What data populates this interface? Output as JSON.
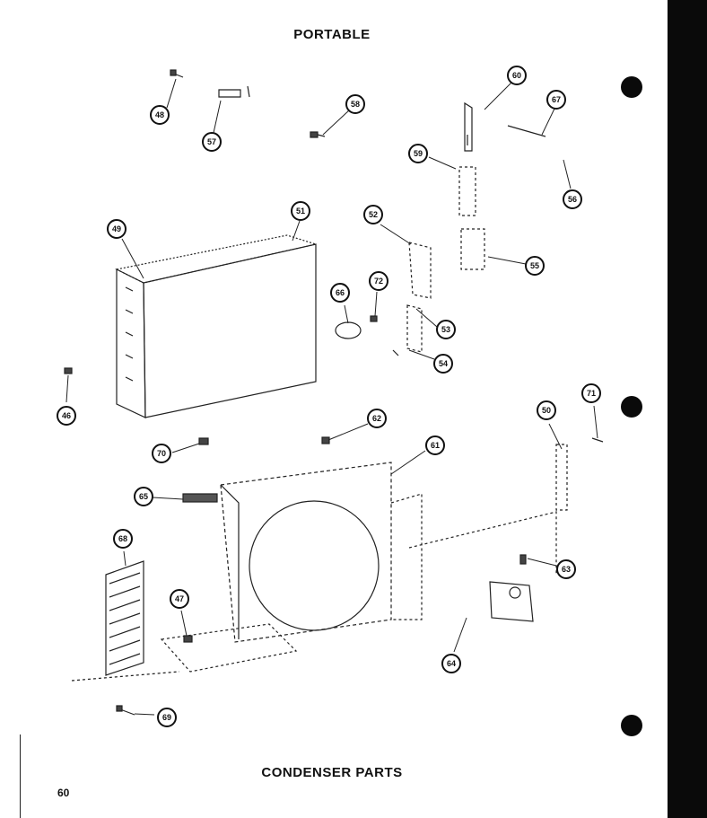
{
  "header": {
    "title": "PORTABLE"
  },
  "footer": {
    "title": "CONDENSER PARTS",
    "page_number": "60"
  },
  "callouts": [
    "48",
    "57",
    "58",
    "60",
    "67",
    "59",
    "56",
    "49",
    "51",
    "52",
    "55",
    "66",
    "72",
    "53",
    "54",
    "46",
    "70",
    "62",
    "61",
    "50",
    "71",
    "65",
    "68",
    "47",
    "63",
    "64",
    "69"
  ]
}
